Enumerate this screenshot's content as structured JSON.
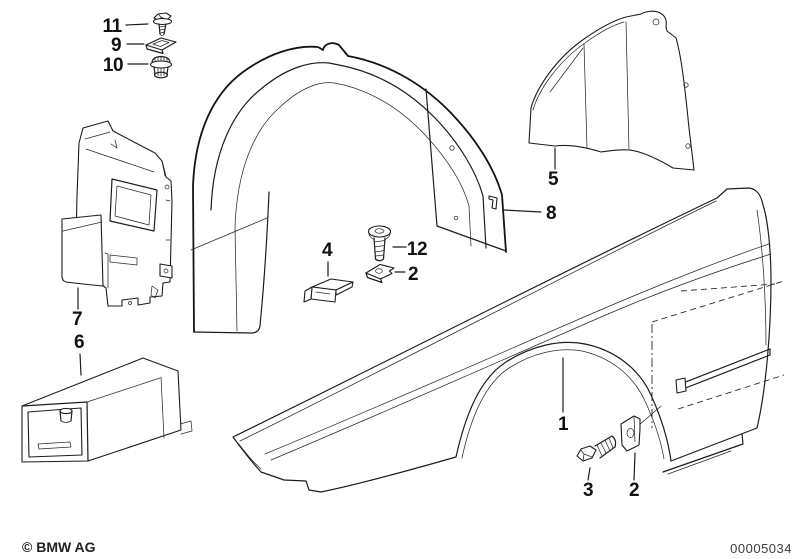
{
  "diagram": {
    "callouts": {
      "c1": "1",
      "c2_mid": "2",
      "c2_bottom": "2",
      "c3": "3",
      "c4": "4",
      "c5": "5",
      "c6": "6",
      "c7": "7",
      "c8": "8",
      "c9": "9",
      "c10": "10",
      "c11": "11",
      "c12": "12"
    },
    "footer": {
      "copyright": "© BMW AG",
      "drawing_number": "00005034"
    },
    "colors": {
      "line": "#1d1d1d",
      "background": "#ffffff"
    }
  }
}
